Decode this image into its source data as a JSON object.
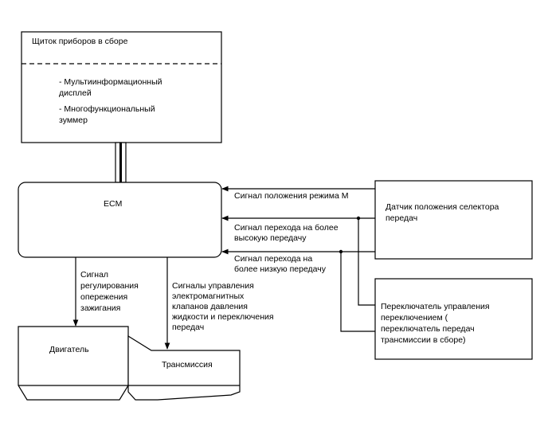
{
  "cluster": {
    "title": "Щиток приборов в сборе",
    "item1": [
      "- Мультиинформационный",
      "дисплей"
    ],
    "item2": [
      "- Многофункциональный",
      "зуммер"
    ]
  },
  "ecm": {
    "label": "ECM"
  },
  "sensor": {
    "lines": [
      "Датчик положения селектора",
      "передач"
    ]
  },
  "switch": {
    "lines": [
      "Переключатель управления",
      "переключением (",
      "переключатель передач",
      "трансмиссии в сборе)"
    ]
  },
  "signals": {
    "m_mode": [
      "Сигнал положения режима M"
    ],
    "upshift": [
      "Сигнал перехода на более",
      "высокую передачу"
    ],
    "downshift": [
      "Сигнал перехода на",
      "более низкую передачу"
    ],
    "ignition": [
      "Сигнал",
      "регулирования",
      "опережения",
      "зажигания"
    ],
    "transmission_ctrl": [
      "Сигналы управления",
      "электромагнитных",
      "клапанов давления",
      "жидкости и переключения",
      "передач"
    ]
  },
  "engine": {
    "label": "Двигатель"
  },
  "transmission": {
    "label": "Трансмиссия"
  }
}
